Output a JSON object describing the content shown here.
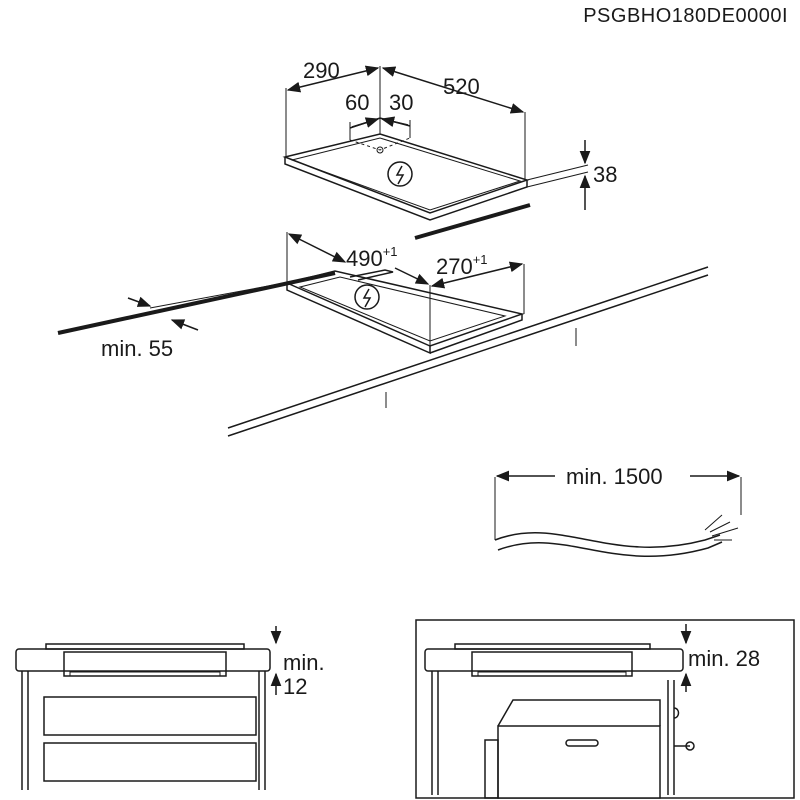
{
  "document": {
    "code": "PSGBHO180DE0000I"
  },
  "hob": {
    "depth": "290",
    "width": "520",
    "offset_a": "60",
    "offset_b": "30",
    "height": "38"
  },
  "cutout": {
    "width": "490",
    "width_tolerance": "+1",
    "depth": "270",
    "depth_tolerance": "+1",
    "min_edge": "min. 55"
  },
  "cable": {
    "min_length": "min. 1500"
  },
  "section_left": {
    "clearance_line1": "min.",
    "clearance_line2": "12"
  },
  "section_right": {
    "clearance": "min. 28"
  }
}
